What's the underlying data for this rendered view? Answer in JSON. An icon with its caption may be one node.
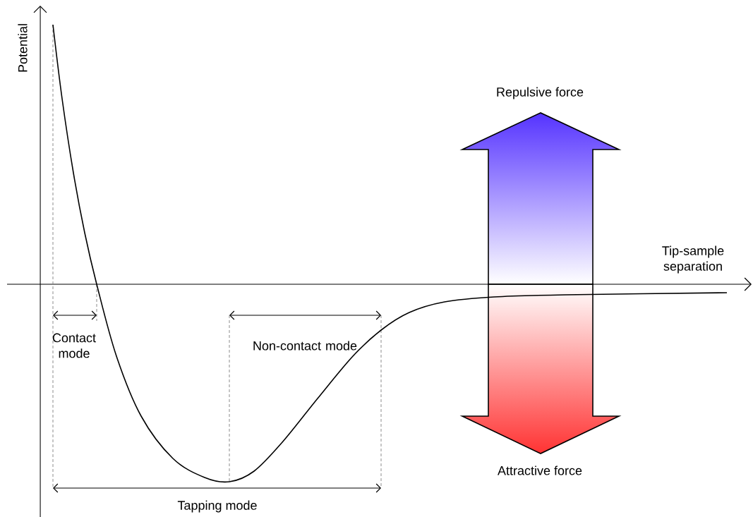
{
  "diagram": {
    "labels": [
      "Potential",
      "Repulsive force",
      "Tip-sample separation",
      "Contact mode",
      "Non-contact mode",
      "Attractive force",
      "Tapping mode"
    ]
  }
}
